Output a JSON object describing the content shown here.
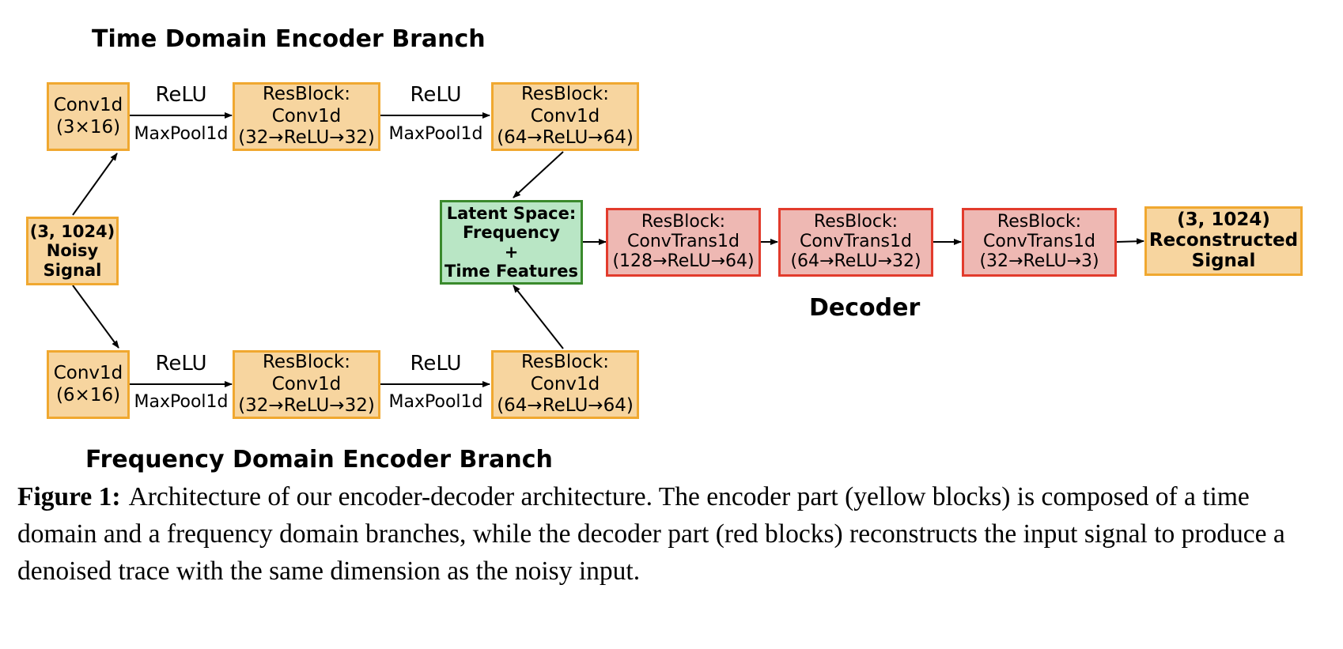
{
  "diagram": {
    "titles": {
      "time_branch": "Time Domain Encoder Branch",
      "freq_branch": "Frequency Domain Encoder Branch",
      "decoder": "Decoder"
    },
    "input": {
      "lines": [
        "(3, 1024)",
        "Noisy",
        "Signal"
      ]
    },
    "time_branch": {
      "conv": [
        "Conv1d",
        "(3×16)"
      ],
      "res1": [
        "ResBlock:",
        "Conv1d",
        "(32→ReLU→32)"
      ],
      "res2": [
        "ResBlock:",
        "Conv1d",
        "(64→ReLU→64)"
      ]
    },
    "freq_branch": {
      "conv": [
        "Conv1d",
        "(6×16)"
      ],
      "res1": [
        "ResBlock:",
        "Conv1d",
        "(32→ReLU→32)"
      ],
      "res2": [
        "ResBlock:",
        "Conv1d",
        "(64→ReLU→64)"
      ]
    },
    "edge_labels": {
      "activation": "ReLU",
      "pool": "MaxPool1d"
    },
    "latent": {
      "lines": [
        "Latent Space:",
        "Frequency",
        "+",
        "Time Features"
      ]
    },
    "decoder": {
      "res1": [
        "ResBlock:",
        "ConvTrans1d",
        "(128→ReLU→64)"
      ],
      "res2": [
        "ResBlock:",
        "ConvTrans1d",
        "(64→ReLU→32)"
      ],
      "res3": [
        "ResBlock:",
        "ConvTrans1d",
        "(32→ReLU→3)"
      ]
    },
    "output": {
      "lines": [
        "(3, 1024)",
        "Reconstructed",
        "Signal"
      ]
    },
    "colors": {
      "encoder_fill": "#f7d59f",
      "encoder_border": "#f0a830",
      "decoder_fill": "#eeb8b3",
      "decoder_border": "#e23b2c",
      "latent_fill": "#b9e6c5",
      "latent_border": "#3a8a2c"
    }
  },
  "caption": {
    "label": "Figure 1:",
    "text": "Architecture of our encoder-decoder architecture. The encoder part (yellow blocks) is composed of a time domain and a frequency domain branches, while the decoder part (red blocks) reconstructs the input signal to produce a denoised trace with the same dimension as the noisy input."
  }
}
